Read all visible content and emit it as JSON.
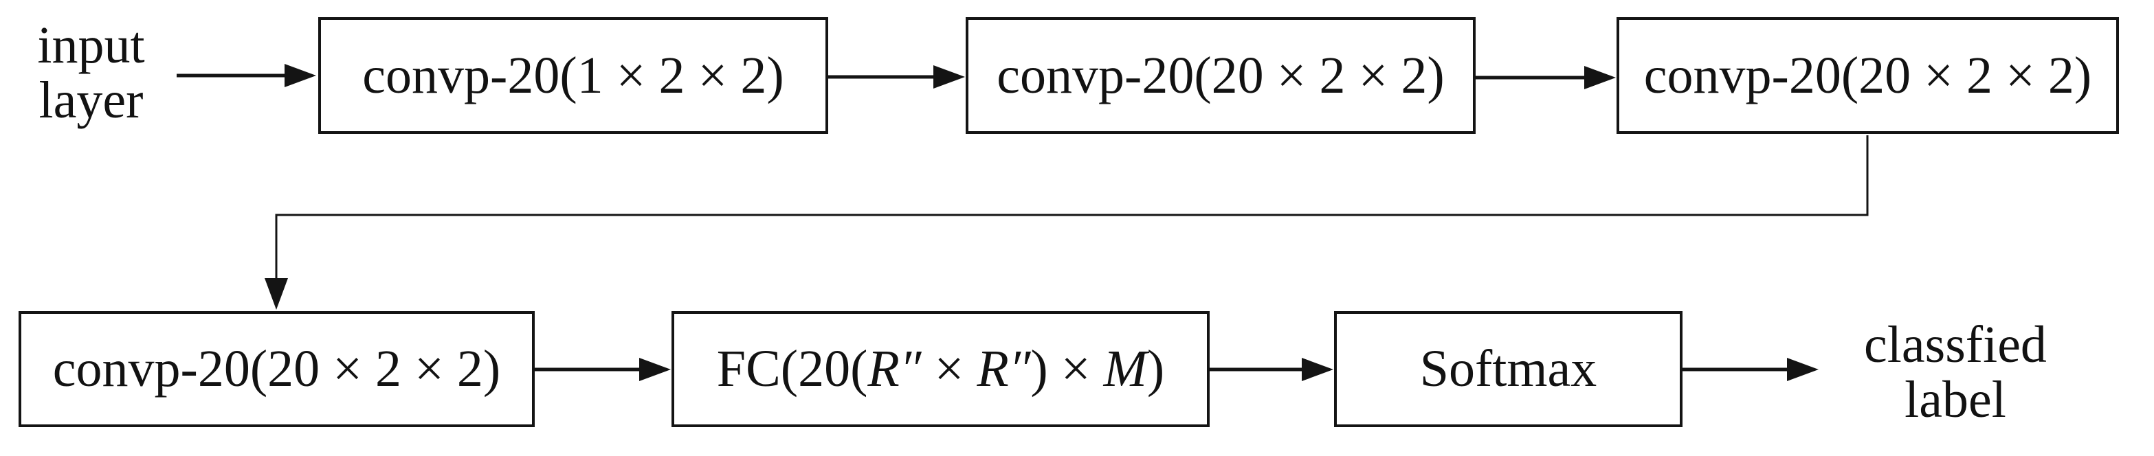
{
  "diagram": {
    "background_color": "#ffffff",
    "line_color": "#141414",
    "text_color": "#121212",
    "input_label": "input\nlayer",
    "output_label": "classfied\nlabel",
    "boxes": {
      "conv1": {
        "label": "convp-20(1 × 2 × 2)"
      },
      "conv2": {
        "label": "convp-20(20 × 2 × 2)"
      },
      "conv3": {
        "label": "convp-20(20 × 2 × 2)"
      },
      "conv4": {
        "label": "convp-20(20 × 2 × 2)"
      },
      "fc": {
        "label": "FC(20(R″ × R″) × M)",
        "label_parts": [
          {
            "text": "FC(20(",
            "italic": false
          },
          {
            "text": "R″",
            "italic": true
          },
          {
            "text": " × ",
            "italic": false
          },
          {
            "text": "R″",
            "italic": true
          },
          {
            "text": ") × ",
            "italic": false
          },
          {
            "text": "M",
            "italic": true
          },
          {
            "text": ")",
            "italic": false
          }
        ]
      },
      "softmax": {
        "label": "Softmax"
      }
    }
  }
}
